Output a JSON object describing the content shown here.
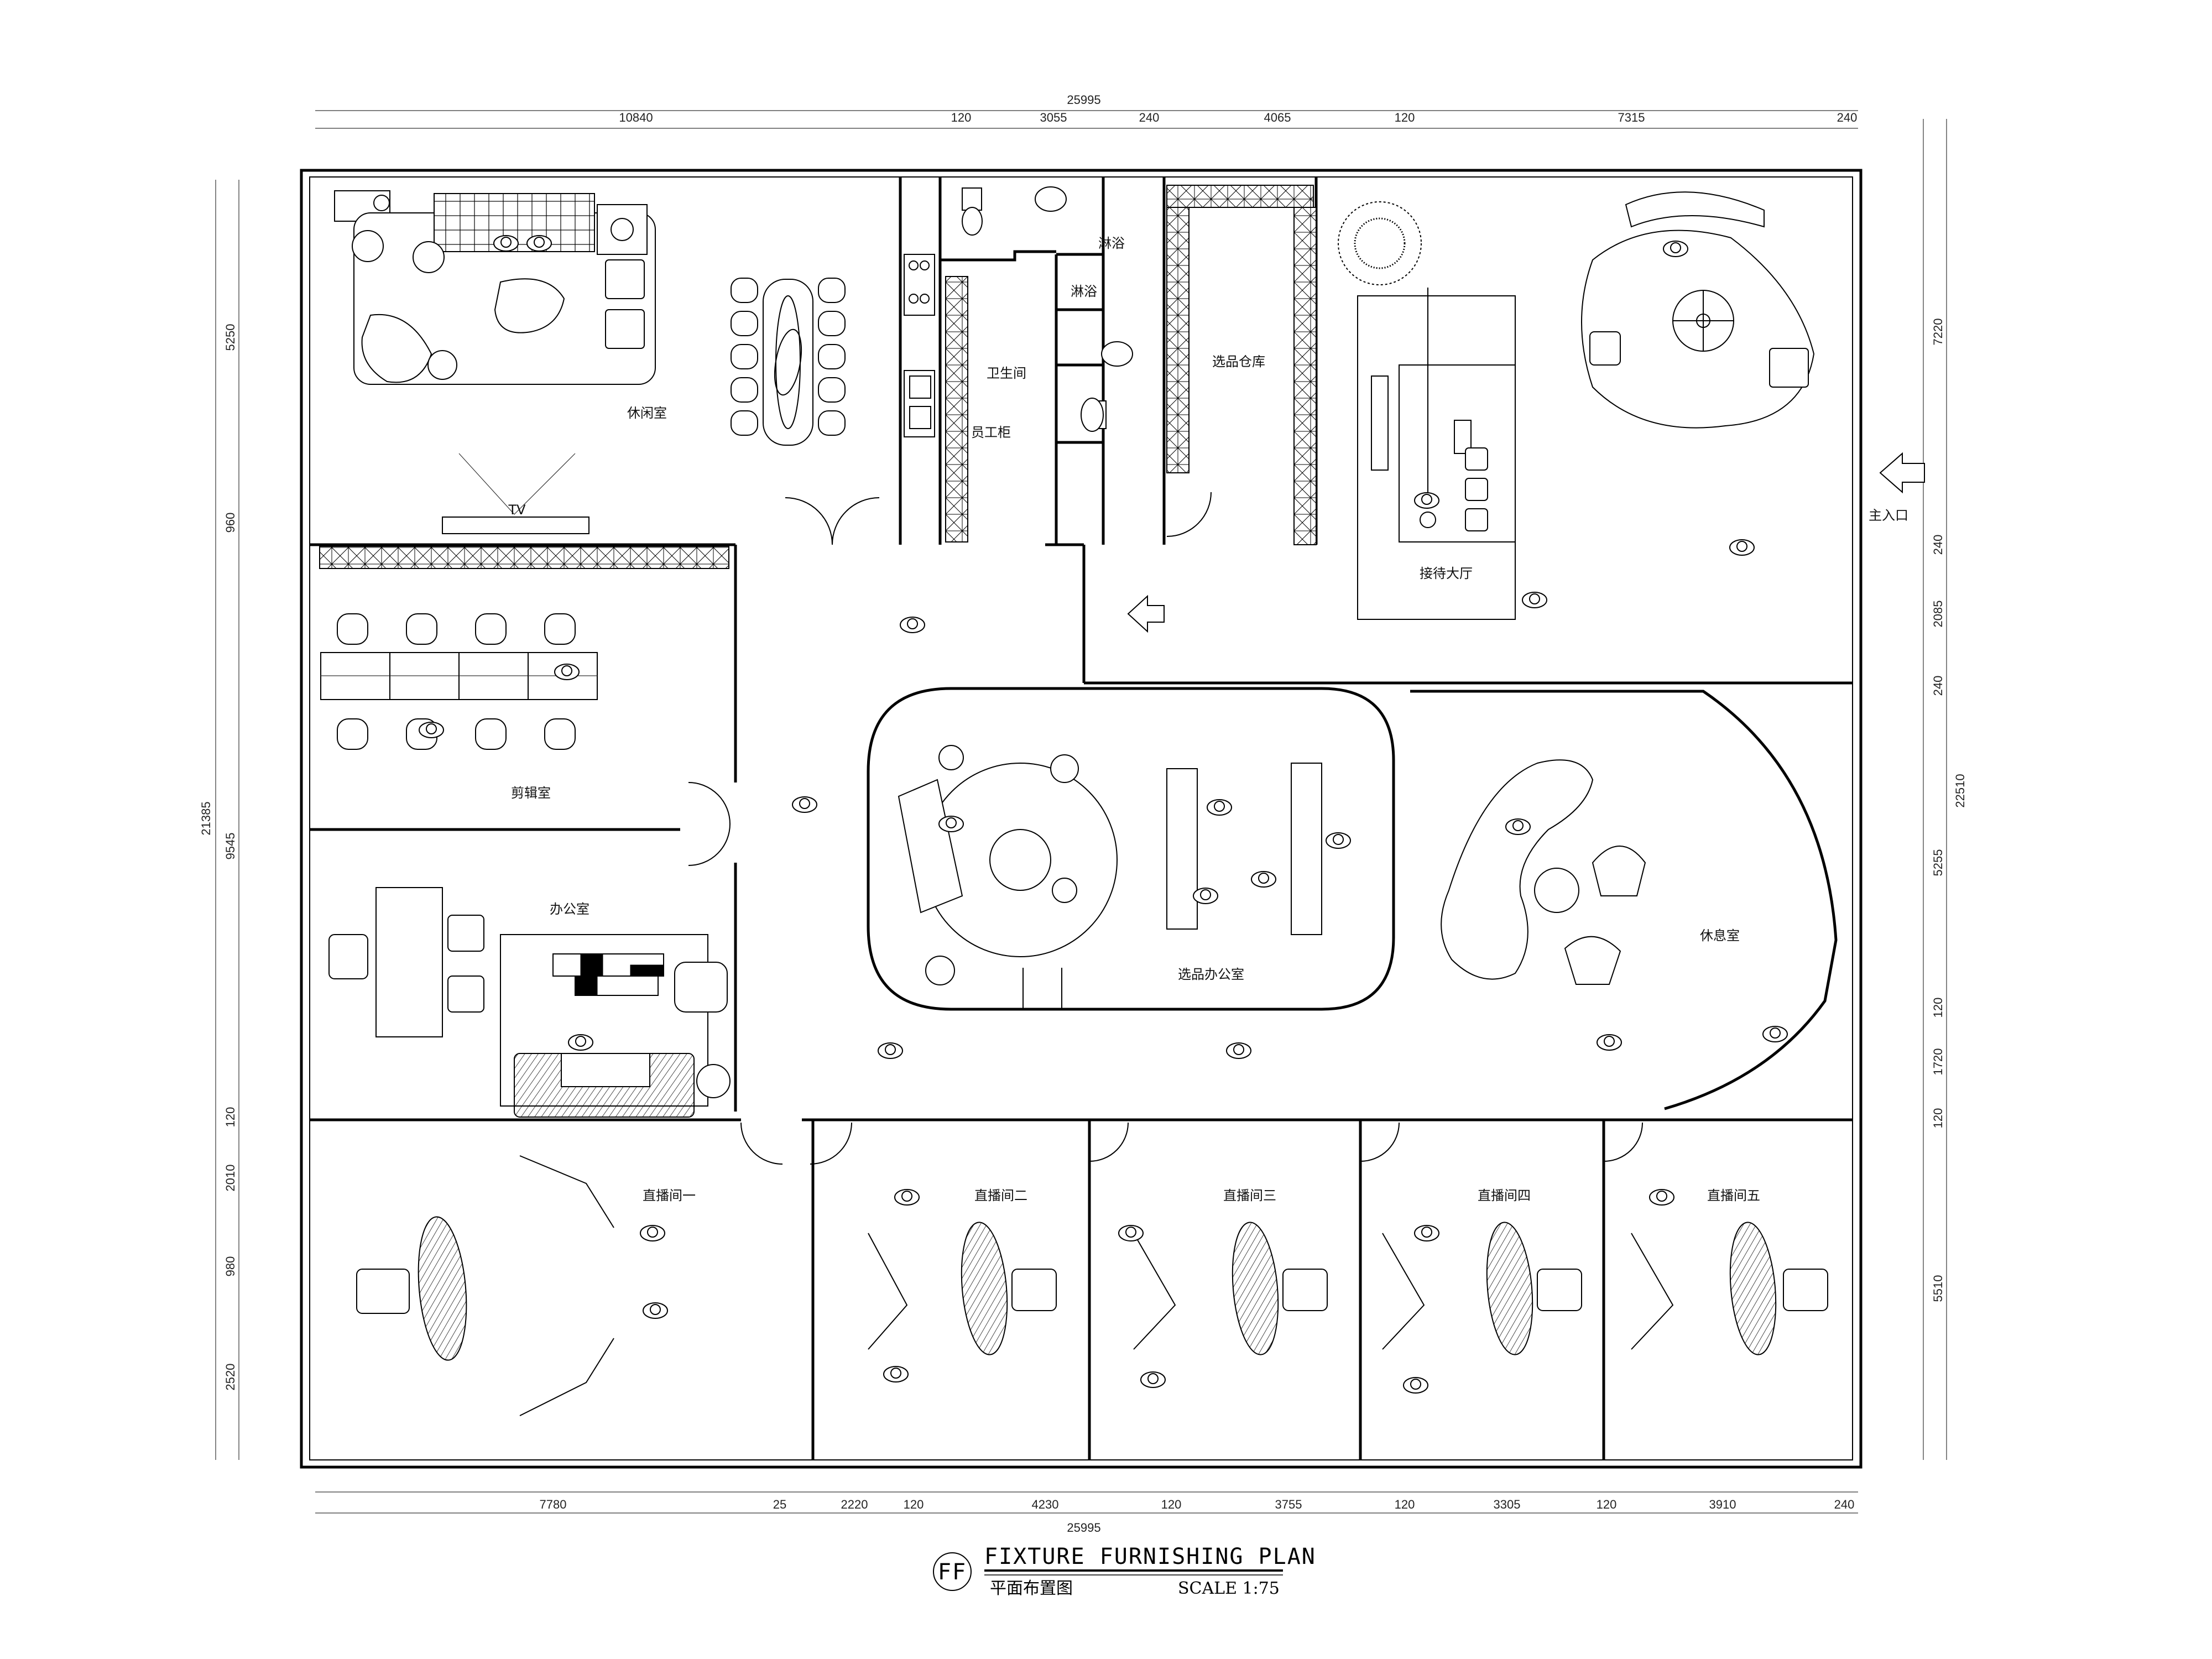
{
  "title": {
    "badge": "FF",
    "english": "FIXTURE FURNISHING PLAN",
    "chinese": "平面布置图",
    "scale": "SCALE 1:75"
  },
  "dimensions": {
    "top_total": "25995",
    "top_segments": [
      "10840",
      "120",
      "3055",
      "240",
      "4065",
      "120",
      "7315",
      "240"
    ],
    "bottom_total": "25995",
    "bottom_segments": [
      "7780",
      "25",
      "2220",
      "120",
      "4230",
      "120",
      "3755",
      "120",
      "3305",
      "120",
      "3910",
      "240"
    ],
    "left_total": "21385",
    "left_segments": [
      "5250",
      "960",
      "9545",
      "120",
      "2010",
      "980",
      "2520"
    ],
    "right_total": "22510",
    "right_segments": [
      "7220",
      "240",
      "2085",
      "240",
      "5255",
      "120",
      "1720",
      "120",
      "5510"
    ]
  },
  "rooms": {
    "lounge": "休闲室",
    "restroom": "卫生间",
    "staff_cabinet": "员工柜",
    "shower_1": "淋浴",
    "shower_2": "淋浴",
    "warehouse": "选品仓库",
    "reception": "接待大厅",
    "editing": "剪辑室",
    "office": "办公室",
    "selection_office": "选品办公室",
    "rest_room": "休息室",
    "live_1": "直播间一",
    "live_2": "直播间二",
    "live_3": "直播间三",
    "live_4": "直播间四",
    "live_5": "直播间五"
  },
  "entrance": {
    "label": "主入口"
  },
  "tv_label": "TV",
  "colors": {
    "line": "#000000",
    "paper": "#ffffff"
  },
  "icons": [
    "entrance-arrow-icon",
    "person-icon",
    "chair-icon",
    "sofa-icon",
    "plant-icon"
  ]
}
